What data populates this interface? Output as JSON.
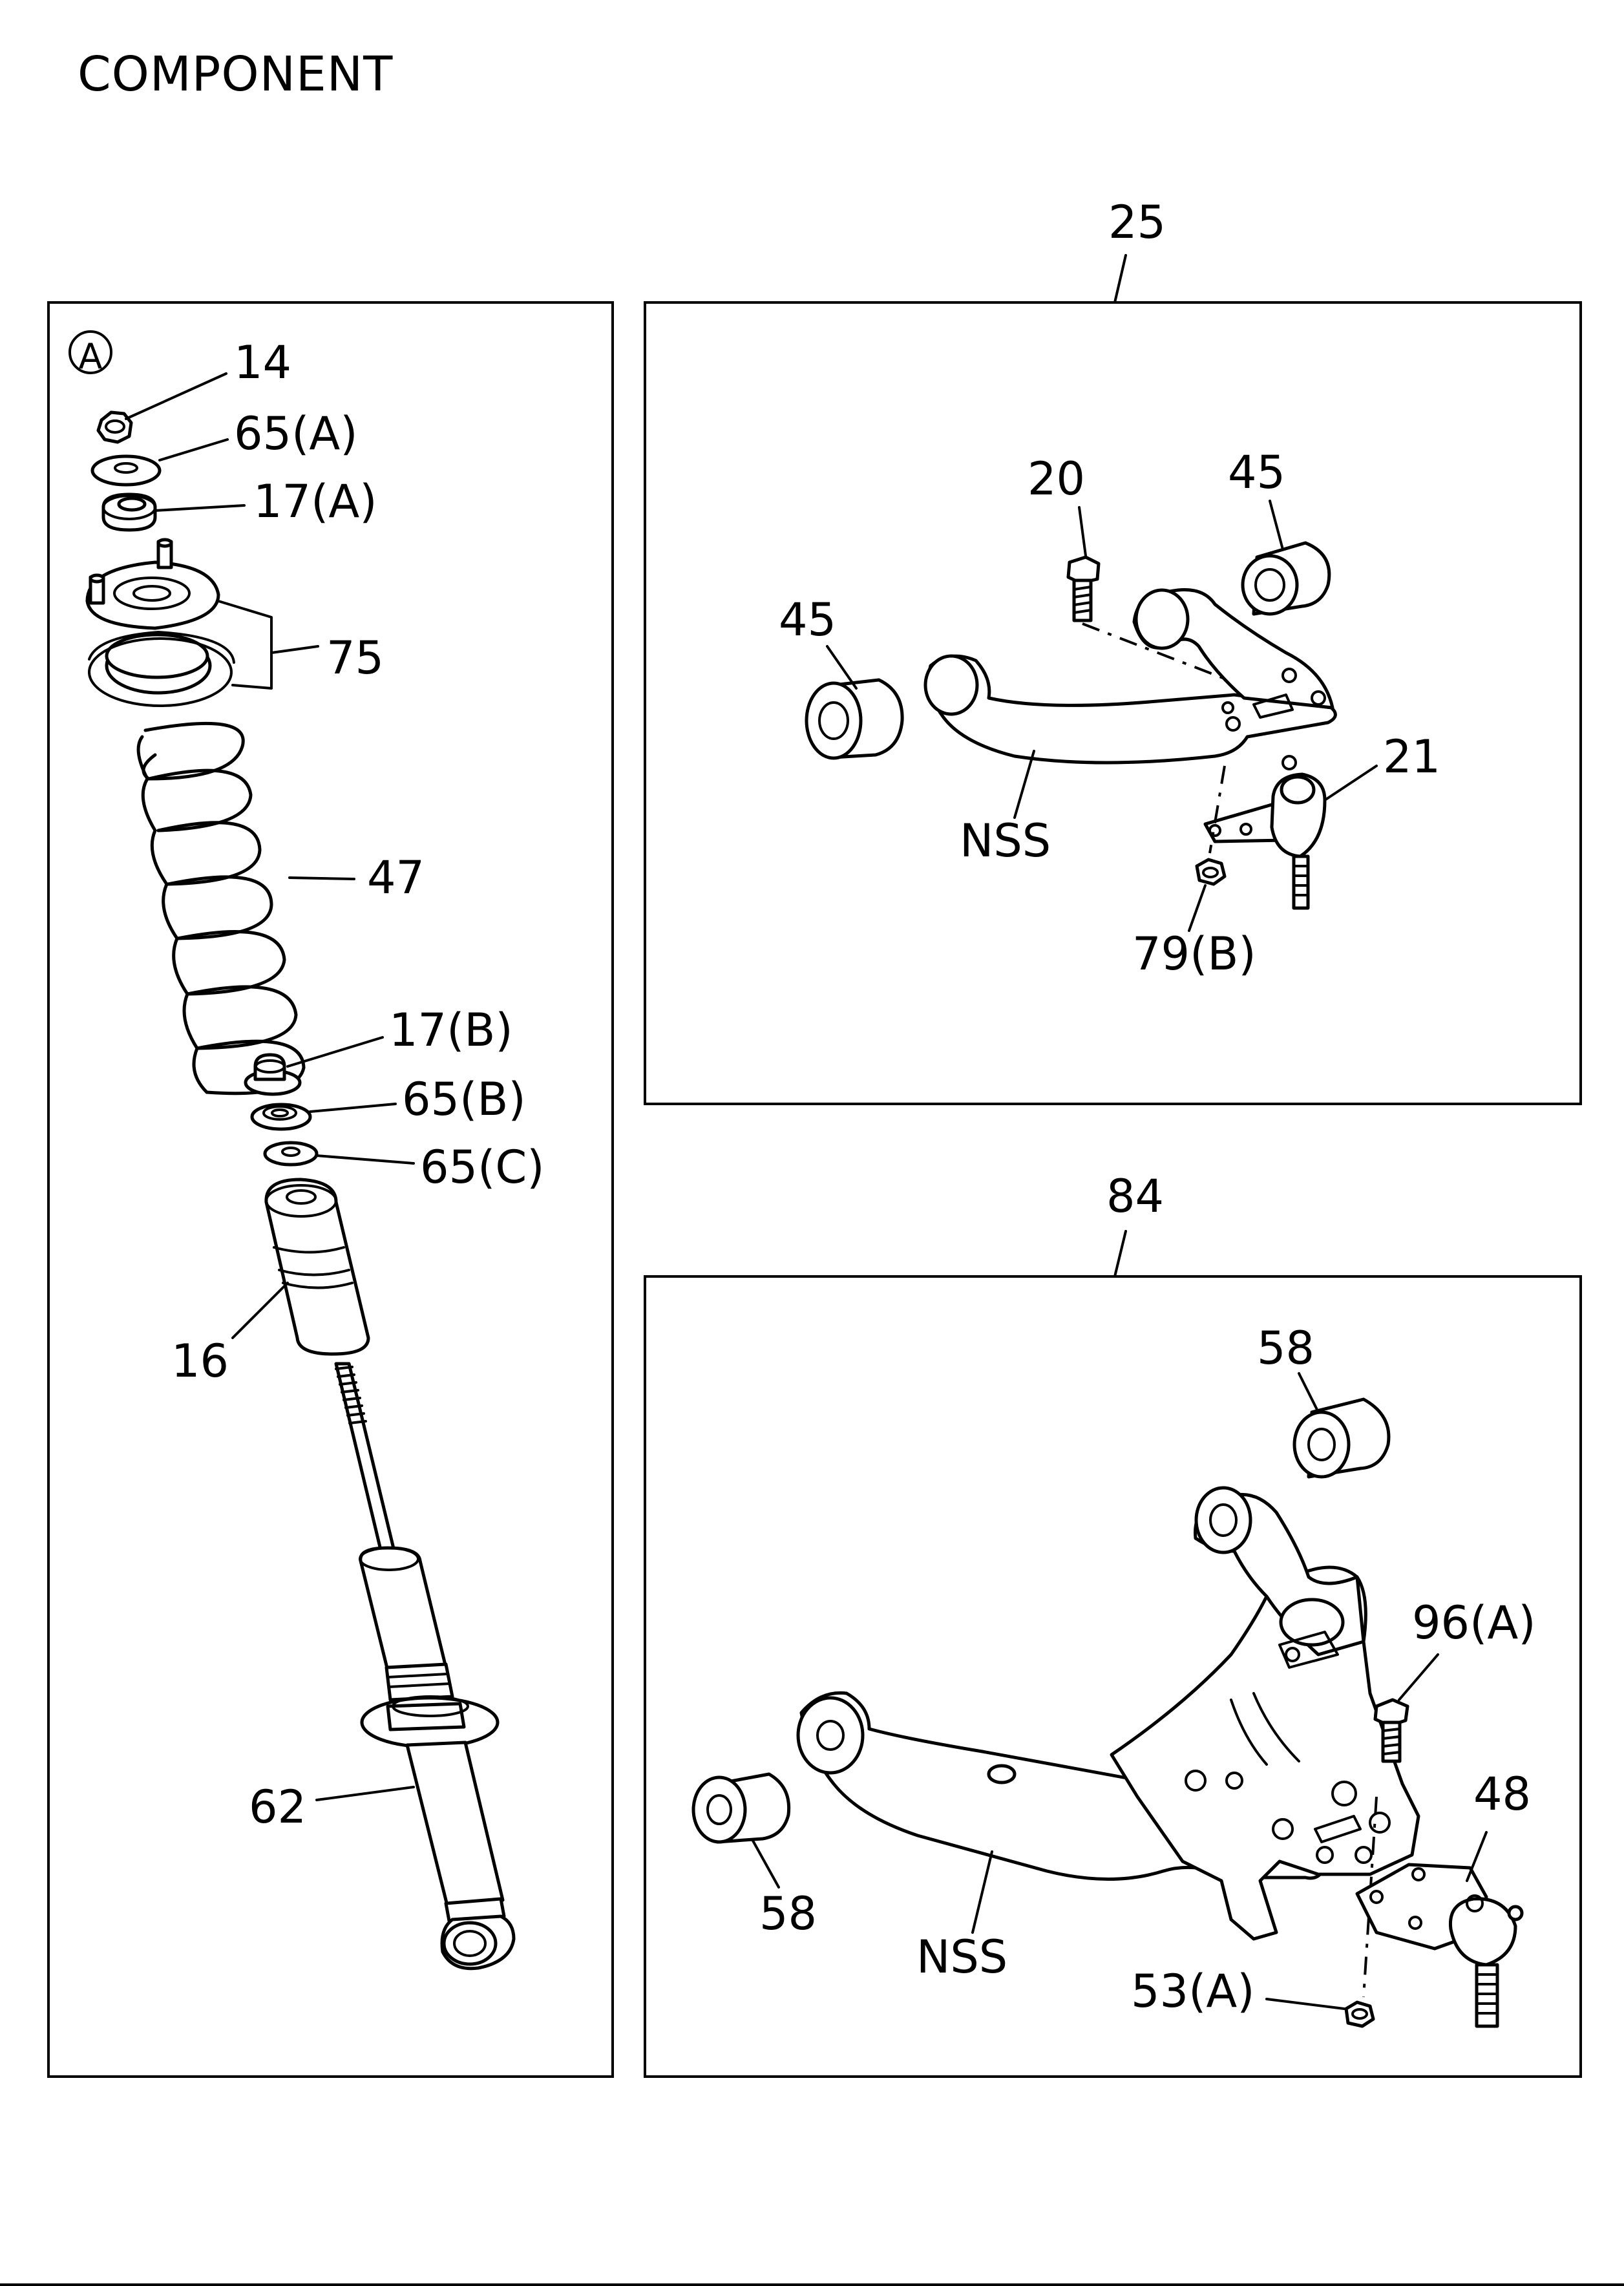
{
  "page": {
    "title": "COMPONENT"
  },
  "panel_a": {
    "circle_label": "A",
    "callouts": {
      "c14": "14",
      "c65a": "65(A)",
      "c17a": "17(A)",
      "c75": "75",
      "c47": "47",
      "c17b": "17(B)",
      "c65b": "65(B)",
      "c65c": "65(C)",
      "c16": "16",
      "c62": "62"
    }
  },
  "panel_upper": {
    "ref": "25",
    "callouts": {
      "c20": "20",
      "c45a": "45",
      "c45b": "45",
      "c21": "21",
      "cnss": "NSS",
      "c79b": "79(B)"
    }
  },
  "panel_lower": {
    "ref": "84",
    "callouts": {
      "c58a": "58",
      "c58b": "58",
      "c96a": "96(A)",
      "c48": "48",
      "cnss": "NSS",
      "c53a": "53(A)"
    }
  }
}
